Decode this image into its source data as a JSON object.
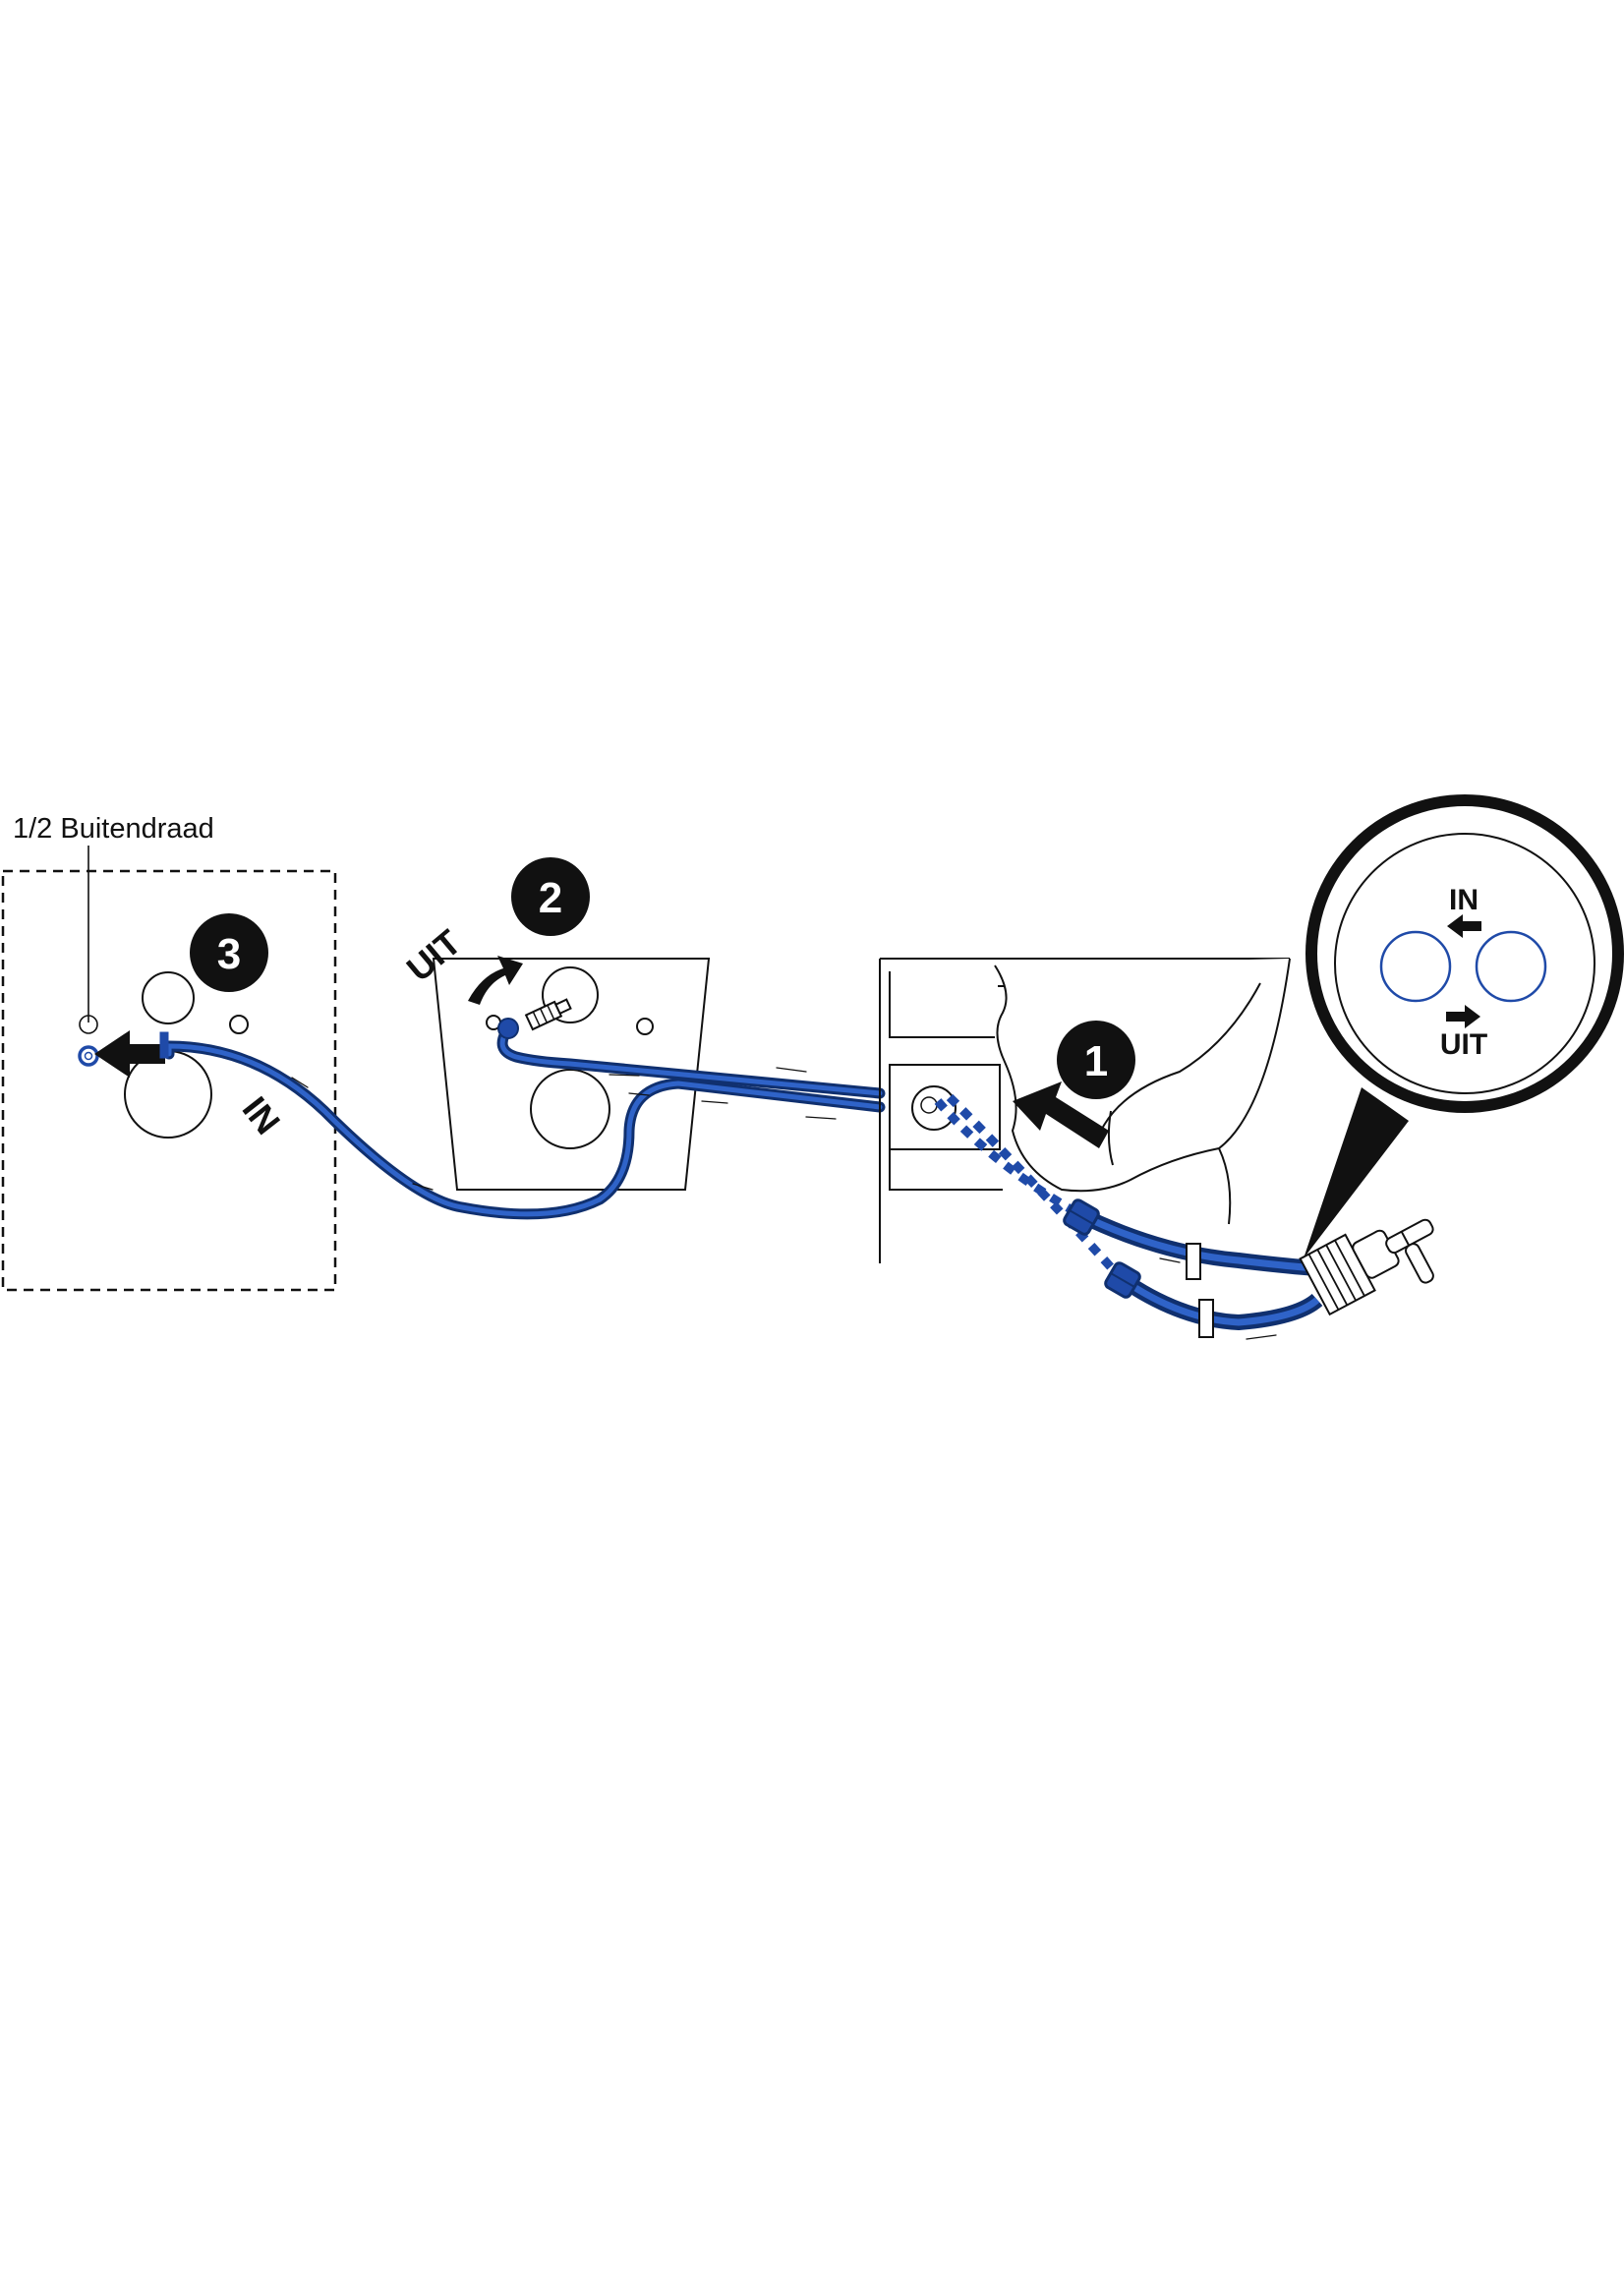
{
  "labels": {
    "thread": "1/2 Buitendraad",
    "in_hose": "IN",
    "uit_tank": "UIT",
    "zoom_in": "IN",
    "zoom_uit": "UIT"
  },
  "steps": {
    "one": "1",
    "two": "2",
    "three": "3"
  },
  "colors": {
    "hose": "#1f4aa8",
    "hose_dark": "#10306f",
    "ink": "#111111",
    "badge": "#111111"
  }
}
